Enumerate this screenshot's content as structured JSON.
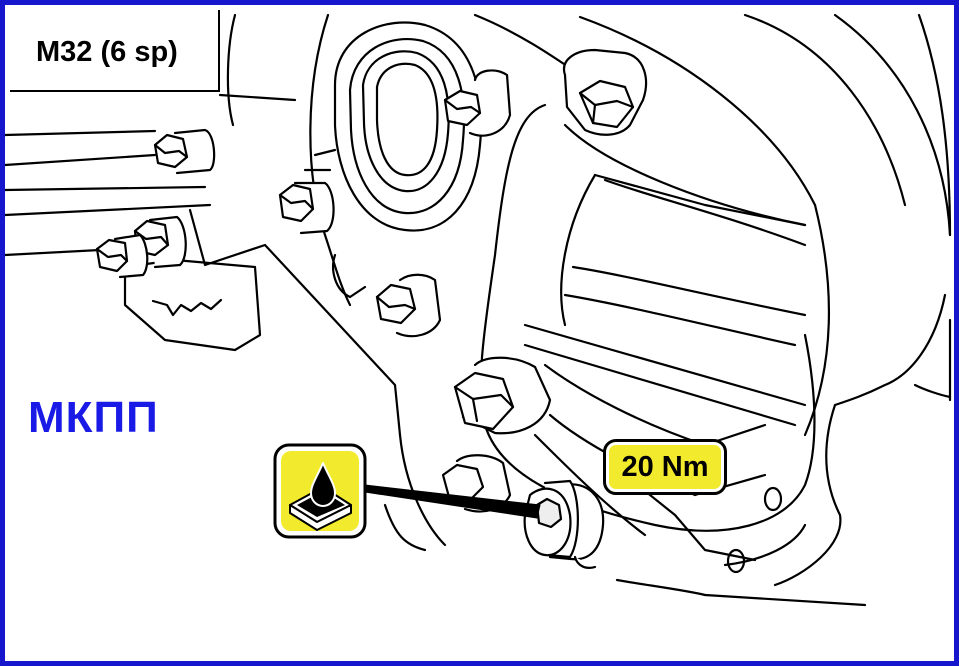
{
  "title": "M32 (6 sp)",
  "gearbox_label": "МКПП",
  "torque_label": "20 Nm",
  "icons": {
    "oil_symbol": "oil-drop-level-icon"
  },
  "colors": {
    "frame": "#1616cc",
    "gearbox_label": "#1a1ae6",
    "badge_fill": "#f2ea2c",
    "icon_fill": "#f2ea2c",
    "line_art": "#000000"
  }
}
